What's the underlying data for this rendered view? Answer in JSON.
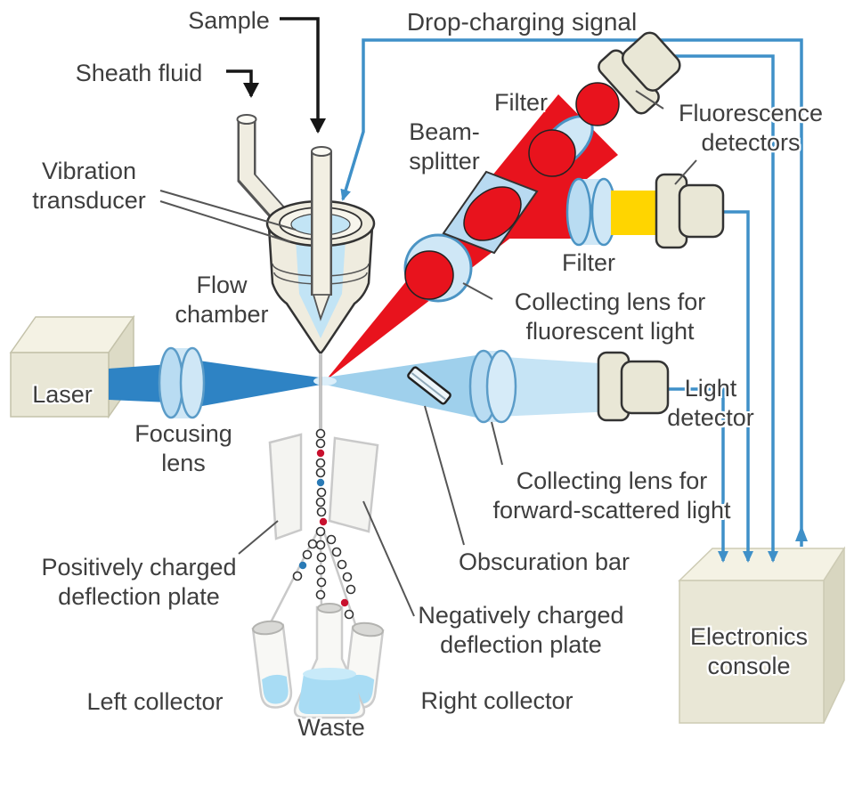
{
  "labels": {
    "sample": "Sample",
    "sheath_fluid": "Sheath fluid",
    "vibration_transducer": {
      "l1": "Vibration",
      "l2": "transducer"
    },
    "drop_charging_signal": "Drop-charging signal",
    "beam_splitter": {
      "l1": "Beam-",
      "l2": "splitter"
    },
    "filter_fluorescence": "Filter",
    "fluorescence_detectors": {
      "l1": "Fluorescence",
      "l2": "detectors"
    },
    "filter_yellow": "Filter",
    "collecting_lens_fluorescent": {
      "l1": "Collecting lens for",
      "l2": "fluorescent light"
    },
    "light_detector": {
      "l1": "Light",
      "l2": "detector"
    },
    "collecting_lens_forward": {
      "l1": "Collecting lens for",
      "l2": "forward-scattered light"
    },
    "obscuration_bar": "Obscuration bar",
    "positive_plate": {
      "l1": "Positively charged",
      "l2": "deflection plate"
    },
    "negative_plate": {
      "l1": "Negatively charged",
      "l2": "deflection plate"
    },
    "left_collector": "Left collector",
    "right_collector": "Right collector",
    "waste": "Waste",
    "laser": "Laser",
    "focusing_lens": {
      "l1": "Focusing",
      "l2": "lens"
    },
    "flow_chamber": {
      "l1": "Flow",
      "l2": "chamber"
    },
    "electronics_console": {
      "l1": "Electronics",
      "l2": "console"
    }
  },
  "colors": {
    "signal_line": "#3f90c8",
    "laser_beam": "#2e83c4",
    "fluorescence_beam": "#e8131d",
    "filtered_beam": "#ffd500",
    "scattered_beam": "#c6e4f5",
    "lens": "#cfe7f6",
    "equipment_beige": "#e9e7d6",
    "liquid": "#a8dcf4"
  }
}
